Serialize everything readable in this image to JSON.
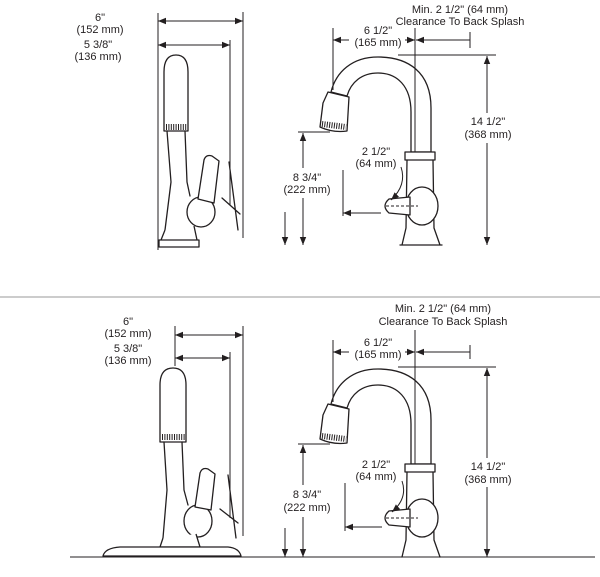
{
  "colors": {
    "line": "#231f20",
    "background": "#ffffff",
    "divider": "#9a9a9a"
  },
  "top_panel": {
    "side_view": {
      "overall_width": {
        "imperial": "6\"",
        "metric": "(152 mm)"
      },
      "spout_width": {
        "imperial": "5 3/8\"",
        "metric": "(136 mm)"
      }
    },
    "front_view": {
      "backsplash_clearance": {
        "line1": "Min. 2 1/2\" (64 mm)",
        "line2": "Clearance To Back Splash"
      },
      "spout_reach": {
        "imperial": "6 1/2\"",
        "metric": "(165 mm)"
      },
      "overall_height": {
        "imperial": "14 1/2\"",
        "metric": "(368 mm)"
      },
      "handle_clearance": {
        "imperial": "2 1/2\"",
        "metric": "(64 mm)"
      },
      "spout_height": {
        "imperial": "8 3/4\"",
        "metric": "(222 mm)"
      }
    }
  },
  "bottom_panel": {
    "side_view": {
      "overall_width": {
        "imperial": "6\"",
        "metric": "(152 mm)"
      },
      "spout_width": {
        "imperial": "5 3/8\"",
        "metric": "(136 mm)"
      }
    },
    "front_view": {
      "backsplash_clearance": {
        "line1": "Min. 2 1/2\" (64 mm)",
        "line2": "Clearance To Back Splash"
      },
      "spout_reach": {
        "imperial": "6 1/2\"",
        "metric": "(165 mm)"
      },
      "overall_height": {
        "imperial": "14 1/2\"",
        "metric": "(368 mm)"
      },
      "handle_clearance": {
        "imperial": "2 1/2\"",
        "metric": "(64 mm)"
      },
      "spout_height": {
        "imperial": "8 3/4\"",
        "metric": "(222 mm)"
      }
    }
  }
}
